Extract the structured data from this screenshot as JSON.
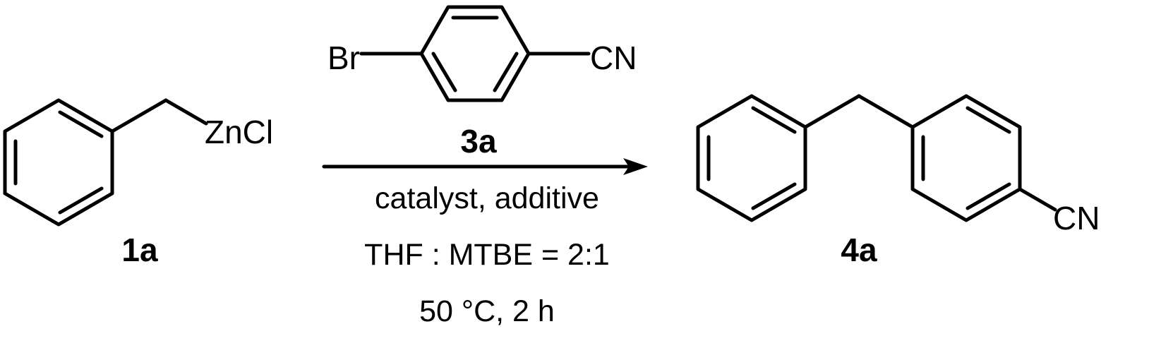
{
  "reactant": {
    "substituent": "ZnCl",
    "label": "1a"
  },
  "reagent": {
    "left_substituent": "Br",
    "right_substituent": "CN",
    "label": "3a"
  },
  "conditions": {
    "line1": "catalyst, additive",
    "line2": "THF : MTBE = 2:1",
    "line3": "50 °C, 2 h"
  },
  "product": {
    "substituent": "CN",
    "label": "4a"
  }
}
